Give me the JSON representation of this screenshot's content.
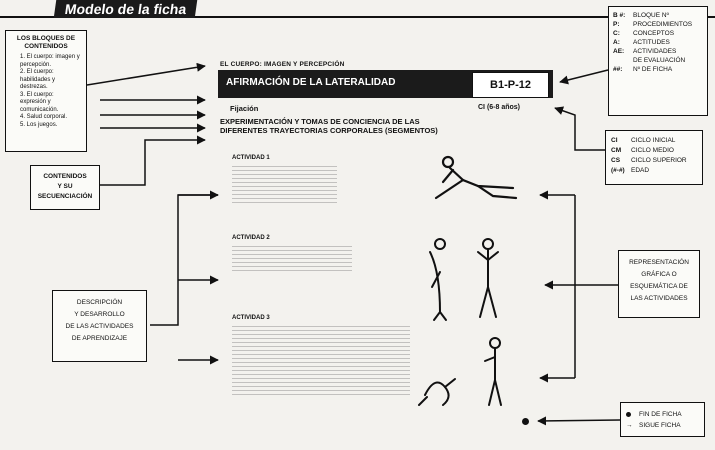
{
  "header": {
    "title": "Modelo de la ficha"
  },
  "left_boxes": {
    "bloques_title": "LOS BLOQUES DE CONTENIDOS",
    "bloques_items": [
      "1. El cuerpo: imagen y percepción.",
      "2. El cuerpo: habilidades y destrezas.",
      "3. El cuerpo: expresión y comunicación.",
      "4. Salud corporal.",
      "5. Los juegos."
    ],
    "contenidos": [
      "CONTENIDOS",
      "Y SU",
      "SECUENCIACIÓN"
    ],
    "descripcion": [
      "DESCRIPCIÓN",
      "Y DESARROLLO",
      "DE LAS ACTIVIDADES",
      "DE APRENDIZAJE"
    ]
  },
  "right_boxes": {
    "codes": [
      {
        "code": "B #:",
        "label": "BLOQUE Nº"
      },
      {
        "code": "P:",
        "label": "PROCEDIMIENTOS"
      },
      {
        "code": "C:",
        "label": "CONCEPTOS"
      },
      {
        "code": "A:",
        "label": "ACTITUDES"
      },
      {
        "code": "AE:",
        "label": "ACTIVIDADES"
      },
      {
        "code": "",
        "label": "DE EVALUACIÓN"
      },
      {
        "code": "##:",
        "label": "Nº DE FICHA"
      }
    ],
    "ciclos": [
      {
        "code": "CI",
        "label": "CICLO INICIAL"
      },
      {
        "code": "CM",
        "label": "CICLO MEDIO"
      },
      {
        "code": "CS",
        "label": "CICLO SUPERIOR"
      },
      {
        "code": "(#-#)",
        "label": "EDAD"
      }
    ],
    "representacion": [
      "REPRESENTACIÓN",
      "GRÁFICA O",
      "ESQUEMÁTICA DE",
      "LAS ACTIVIDADES"
    ],
    "fin": {
      "fin_label": "FIN DE FICHA",
      "sigue_label": "SIGUE FICHA"
    }
  },
  "sheet": {
    "kicker": "EL CUERPO: IMAGEN Y PERCEPCIÓN",
    "title": "AFIRMACIÓN DE LA LATERALIDAD",
    "code": "B1-P-12",
    "section": "Fijación",
    "age": "CI (6-8 años)",
    "subtitle_line1": "EXPERIMENTACIÓN Y TOMAS DE CONCIENCIA DE LAS",
    "subtitle_line2": "DIFERENTES TRAYECTORIAS CORPORALES (SEGMENTOS)",
    "activity1": "ACTIVIDAD 1",
    "activity2": "ACTIVIDAD 2",
    "activity3": "ACTIVIDAD 3"
  }
}
